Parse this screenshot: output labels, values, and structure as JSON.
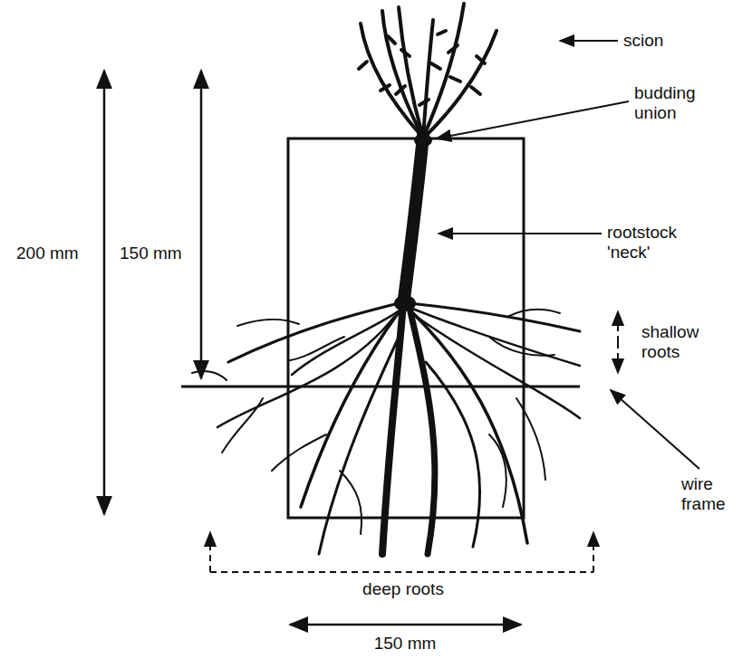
{
  "diagram": {
    "labels": [
      "scion",
      "budding union",
      "200 mm",
      "150 mm",
      "rootstock 'neck'",
      "shallow roots",
      "wire frame",
      "deep roots",
      "150 mm"
    ]
  }
}
